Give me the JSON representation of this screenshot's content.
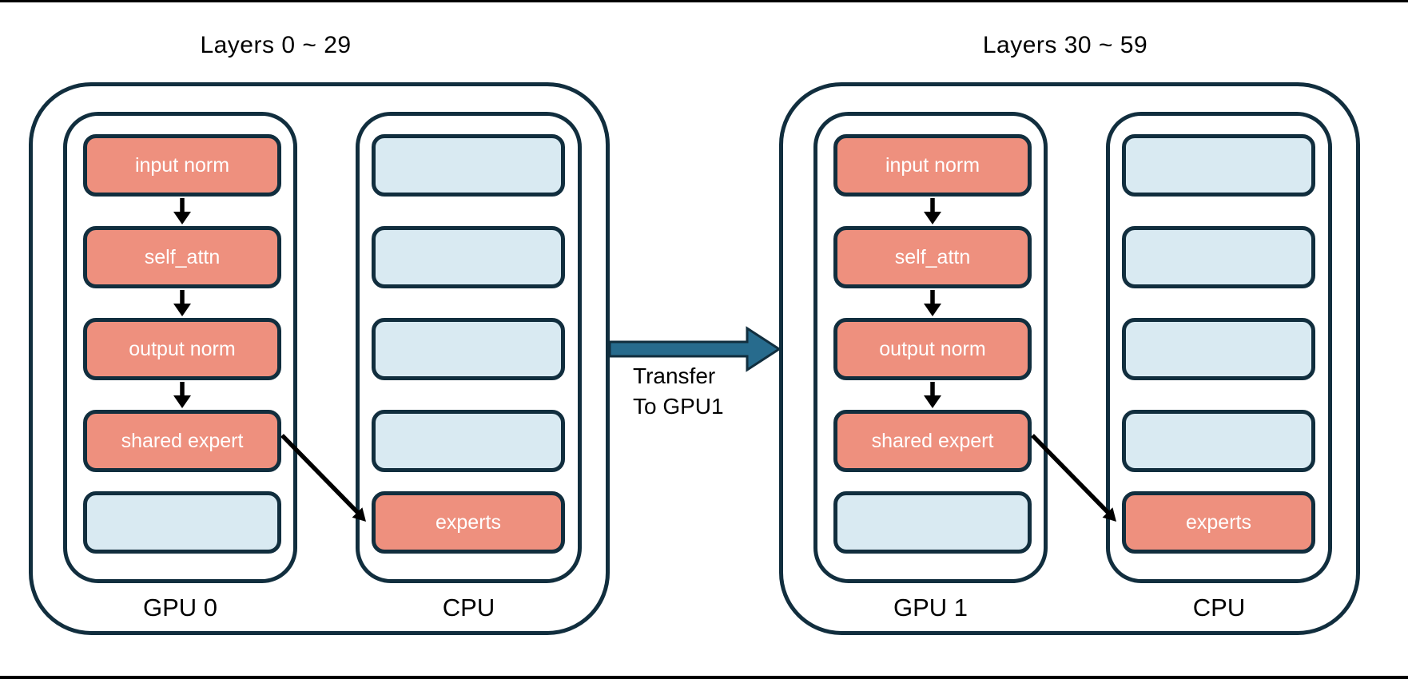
{
  "diagram_title": "",
  "colors": {
    "active_box_fill": "#EE907E",
    "idle_box_fill": "#D9EAF2",
    "outline": "#112E3E",
    "transfer_arrow_fill": "#276B8D",
    "flow_arrow": "#000000",
    "background": "#FFFFFF"
  },
  "groups": [
    {
      "title": "Layers 0 ~ 29",
      "gpu": {
        "label": "GPU 0",
        "rows": [
          {
            "label": "input norm"
          },
          {
            "label": "self_attn"
          },
          {
            "label": "output norm"
          },
          {
            "label": "shared expert"
          },
          {
            "label": ""
          }
        ]
      },
      "cpu": {
        "label": "CPU",
        "rows": [
          {
            "label": ""
          },
          {
            "label": ""
          },
          {
            "label": ""
          },
          {
            "label": ""
          },
          {
            "label": "experts"
          }
        ]
      }
    },
    {
      "title": "Layers 30 ~ 59",
      "gpu": {
        "label": "GPU 1",
        "rows": [
          {
            "label": "input norm"
          },
          {
            "label": "self_attn"
          },
          {
            "label": "output norm"
          },
          {
            "label": "shared expert"
          },
          {
            "label": ""
          }
        ]
      },
      "cpu": {
        "label": "CPU",
        "rows": [
          {
            "label": ""
          },
          {
            "label": ""
          },
          {
            "label": ""
          },
          {
            "label": ""
          },
          {
            "label": "experts"
          }
        ]
      }
    }
  ],
  "transfer": {
    "label_line1": "Transfer",
    "label_line2": "To GPU1"
  }
}
